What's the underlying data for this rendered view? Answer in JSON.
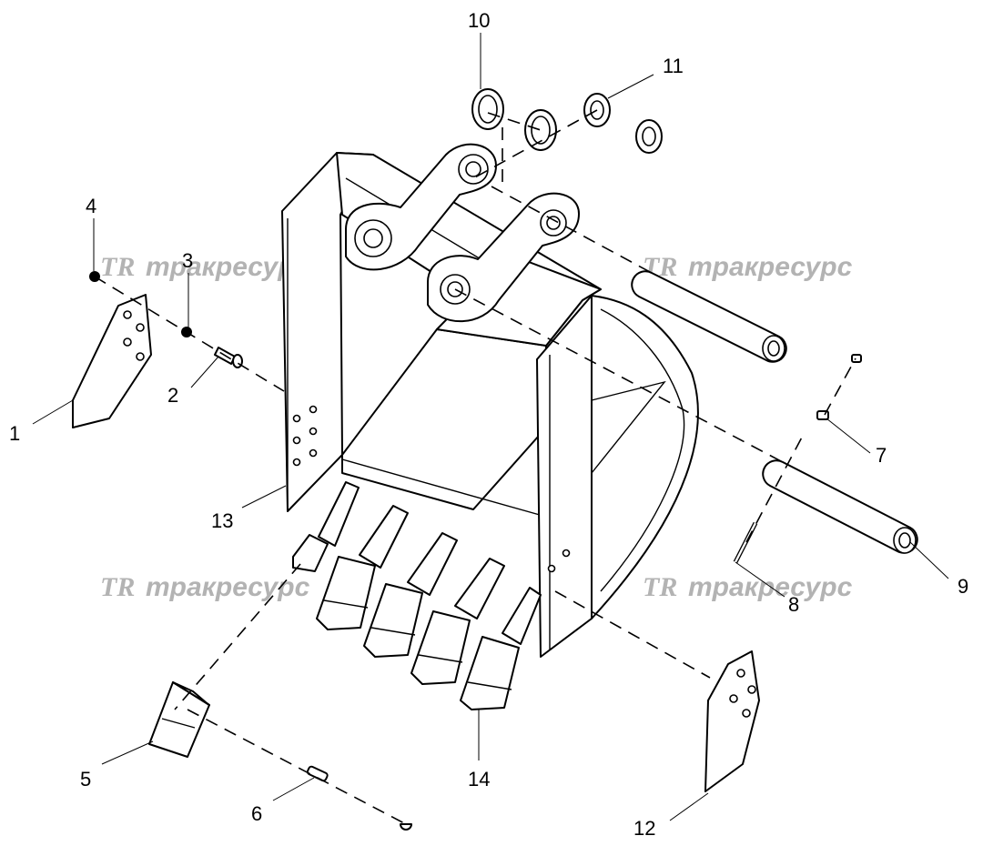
{
  "watermark": {
    "logo": "TR",
    "text": "тракресурс"
  },
  "callouts": [
    {
      "id": "callout-1",
      "label": "1"
    },
    {
      "id": "callout-2",
      "label": "2"
    },
    {
      "id": "callout-3",
      "label": "3"
    },
    {
      "id": "callout-4",
      "label": "4"
    },
    {
      "id": "callout-5",
      "label": "5"
    },
    {
      "id": "callout-6",
      "label": "6"
    },
    {
      "id": "callout-7",
      "label": "7"
    },
    {
      "id": "callout-8",
      "label": "8"
    },
    {
      "id": "callout-9",
      "label": "9"
    },
    {
      "id": "callout-10",
      "label": "10"
    },
    {
      "id": "callout-11",
      "label": "11"
    },
    {
      "id": "callout-12",
      "label": "12"
    },
    {
      "id": "callout-13",
      "label": "13"
    },
    {
      "id": "callout-14",
      "label": "14"
    }
  ]
}
